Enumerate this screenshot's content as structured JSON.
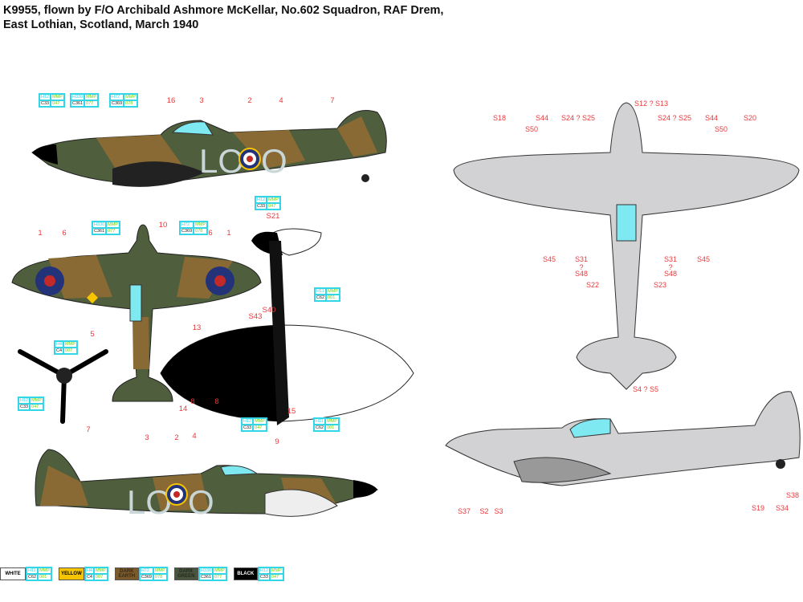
{
  "title_lines": [
    "K9955, flown by F/O Archibald Ashmore McKellar, No.602 Squadron, RAF Drem,",
    "East Lothian, Scotland, March 1940"
  ],
  "aircraft_codes": {
    "letters": "LO",
    "individual": "O"
  },
  "paints": [
    {
      "name": "WHITE",
      "h": "H11",
      "c": "C62",
      "mmp_label": "MMP",
      "mmp": "001",
      "color": "#ffffff",
      "text_color": "#000000"
    },
    {
      "name": "YELLOW",
      "h": "H4",
      "c": "C4",
      "mmp_label": "MMP",
      "mmp": "007",
      "color": "#f6c400",
      "text_color": "#000000"
    },
    {
      "name": "DARK EARTH",
      "h": "H72",
      "c": "C369",
      "mmp_label": "MMP",
      "mmp": "078",
      "color": "#7a5a2a",
      "text_color": "#3a2a10"
    },
    {
      "name": "DARK GREEN",
      "h": "H330",
      "c": "C361",
      "mmp_label": "MMP",
      "mmp": "077",
      "color": "#4a5540",
      "text_color": "#222a1c"
    },
    {
      "name": "BLACK",
      "h": "H12",
      "c": "C33",
      "mmp_label": "MMP",
      "mmp": "047",
      "color": "#000000",
      "text_color": "#ffffff"
    }
  ],
  "callouts_left": [
    "16",
    "3",
    "2",
    "4",
    "7",
    "1",
    "6",
    "10",
    "6",
    "1",
    "5",
    "13",
    "8",
    "8",
    "14",
    "S43",
    "S40",
    "15",
    "S21",
    "7",
    "3",
    "2",
    "4",
    "9"
  ],
  "stencils": [
    "S18",
    "S44",
    "S50",
    "S24 ? S25",
    "S12 ? S13",
    "S24 ? S25",
    "S44",
    "S50",
    "S20",
    "S45",
    "S31",
    "?",
    "S48",
    "S22",
    "S31",
    "?",
    "S48",
    "S23",
    "S45",
    "S4 ? S5",
    "S37",
    "S2",
    "S3",
    "S19",
    "S34",
    "S38"
  ],
  "colors": {
    "dark_earth": "#8a6a34",
    "dark_green": "#4f5e3c",
    "sky": "#e9ecde",
    "light_grey": "#d2d2d4",
    "callout": "#e8393c",
    "roundel_blue": "#23337a",
    "roundel_red": "#c22a2a",
    "code_grey": "#c8d6d8",
    "canopy": "#7fe9f2"
  }
}
